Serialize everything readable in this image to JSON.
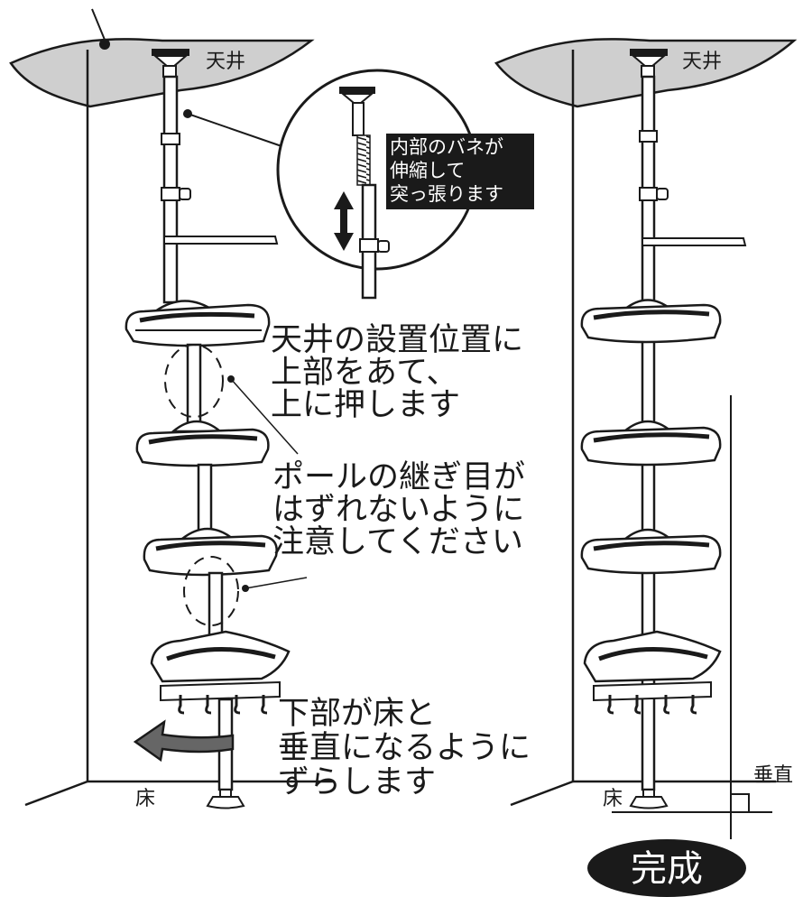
{
  "labels": {
    "ceiling_left": "天井",
    "ceiling_right": "天井",
    "floor_left": "床",
    "floor_right": "床",
    "vertical": "垂直",
    "complete": "完成"
  },
  "callout": {
    "lines": [
      "内部のバネが",
      "伸縮して",
      "突っ張ります"
    ]
  },
  "instructions": {
    "step_top": [
      "天井の設置位置に",
      "上部をあて、",
      "上に押します"
    ],
    "step_middle": [
      "ポールの継ぎ目が",
      "はずれないように",
      "注意してください"
    ],
    "step_bottom": [
      "下部が床と",
      "垂直になるように",
      "ずらします"
    ]
  },
  "colors": {
    "ink": "#1a1a1a",
    "ceiling_fill": "#cfcfcf",
    "arrow_fill": "#666666",
    "badge": "#1a1a1a"
  }
}
